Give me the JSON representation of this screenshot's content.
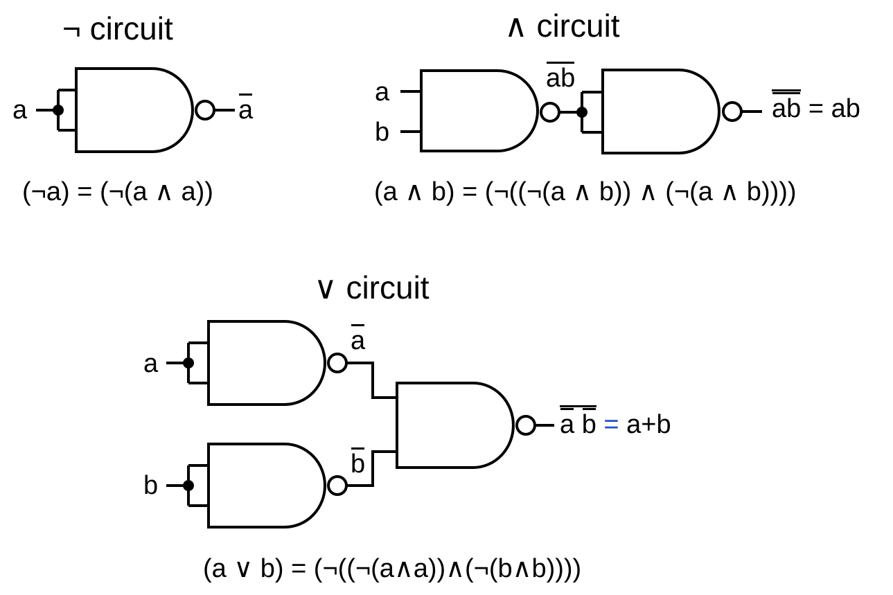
{
  "not_section": {
    "title": "¬ circuit",
    "input_a": "a",
    "output_a": "a",
    "formula": "(¬a) = (¬(a ∧ a))"
  },
  "and_section": {
    "title": "∧ circuit",
    "input_a": "a",
    "input_b": "b",
    "mid_label": "ab",
    "out_label": "ab",
    "out_eq": " = ab",
    "formula": "(a ∧ b) = (¬((¬(a ∧ b)) ∧ (¬(a ∧ b))))"
  },
  "or_section": {
    "title": "∨ circuit",
    "input_a": "a",
    "input_b": "b",
    "mid_a": "a",
    "mid_b": "b",
    "out_a": "a",
    "out_b": "b",
    "out_eq_sign": "=",
    "out_rhs": "a+b",
    "formula": "(a ∨ b) = (¬((¬(a∧a))∧(¬(b∧b))))"
  },
  "colors": {
    "stroke": "#000000",
    "equals_accent": "#1f4fd1"
  }
}
